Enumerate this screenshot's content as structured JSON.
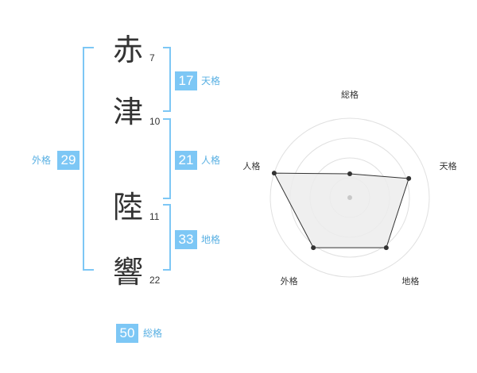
{
  "name": {
    "chars": [
      {
        "char": "赤",
        "strokes": "7"
      },
      {
        "char": "津",
        "strokes": "10"
      },
      {
        "char": "陸",
        "strokes": "11"
      },
      {
        "char": "響",
        "strokes": "22"
      }
    ]
  },
  "kakusu": {
    "tenkaku": {
      "value": "17",
      "label": "天格"
    },
    "jinkaku": {
      "value": "21",
      "label": "人格"
    },
    "chikaku": {
      "value": "33",
      "label": "地格"
    },
    "gaikaku": {
      "value": "29",
      "label": "外格"
    },
    "soukaku": {
      "value": "50",
      "label": "総格"
    }
  },
  "colors": {
    "accent": "#7dc7f5",
    "accent_text": "#59b0e3",
    "bracket": "#7dc7f5"
  },
  "chart_data": {
    "type": "radar",
    "axes": [
      "総格",
      "天格",
      "地格",
      "外格",
      "人格"
    ],
    "values": [
      0.3,
      0.78,
      0.78,
      0.78,
      1.0
    ],
    "rings": 4
  }
}
